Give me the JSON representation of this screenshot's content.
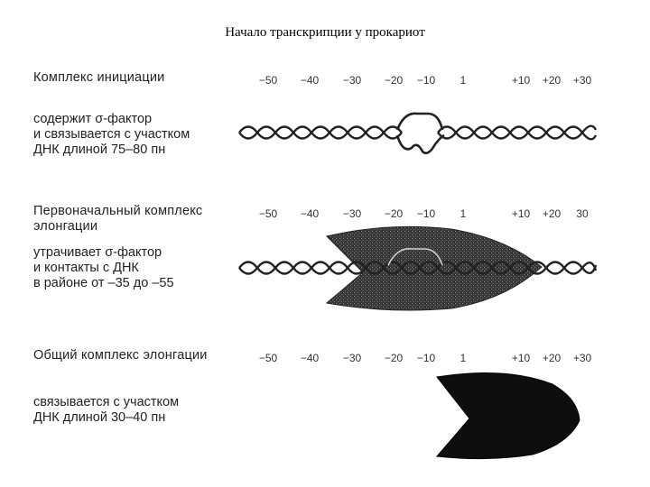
{
  "title": "Начало транскрипции у прокариот",
  "positions": [
    "−50",
    "−40",
    "−30",
    "−20",
    "−10",
    "1",
    "+10",
    "+20",
    "+30"
  ],
  "panels": [
    {
      "heading": "Комплекс инициации",
      "desc": "содержит σ-фактор\nи связывается с участком\nДНК длиной 75–80 пн",
      "positions": [
        "−50",
        "−40",
        "−30",
        "−20",
        "−10",
        "1",
        "+10",
        "+20",
        "+30"
      ]
    },
    {
      "heading": "Первоначальный комплекс\nэлонгации",
      "desc": "утрачивает σ-фактор\nи контакты с ДНК\nв районе от –35 до –55",
      "positions": [
        "−50",
        "−40",
        "−30",
        "−20",
        "−10",
        "1",
        "+10",
        "+20",
        "30"
      ]
    },
    {
      "heading": "Общий комплекс элонгации",
      "desc": "связывается с участком\nДНК длиной 30–40 пн",
      "positions": [
        "−50",
        "−40",
        "−30",
        "−20",
        "−10",
        "1",
        "+10",
        "+20",
        "+30"
      ]
    }
  ]
}
